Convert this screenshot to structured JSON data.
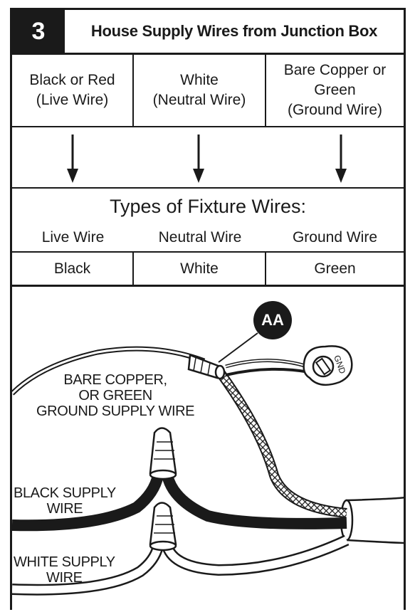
{
  "header": {
    "step_number": "3",
    "title": "House Supply Wires from Junction Box"
  },
  "supply_wires": [
    {
      "line1": "Black or Red",
      "line2": "(Live Wire)",
      "line3": ""
    },
    {
      "line1": "White",
      "line2": "(Neutral Wire)",
      "line3": ""
    },
    {
      "line1": "Bare Copper or",
      "line2": "Green",
      "line3": "(Ground Wire)"
    }
  ],
  "fixture": {
    "heading": "Types of Fixture Wires:",
    "types": [
      "Live Wire",
      "Neutral Wire",
      "Ground Wire"
    ],
    "colors": [
      "Black",
      "White",
      "Green"
    ]
  },
  "illustration": {
    "callout": "AA",
    "ground_label": [
      "BARE COPPER,",
      "OR GREEN",
      "GROUND SUPPLY WIRE"
    ],
    "black_label": [
      "BLACK SUPPLY",
      "WIRE"
    ],
    "white_label": [
      "WHITE SUPPLY",
      "WIRE"
    ],
    "gnd_text": "GND"
  },
  "colors": {
    "ink": "#1a1a1a",
    "paper": "#ffffff"
  }
}
